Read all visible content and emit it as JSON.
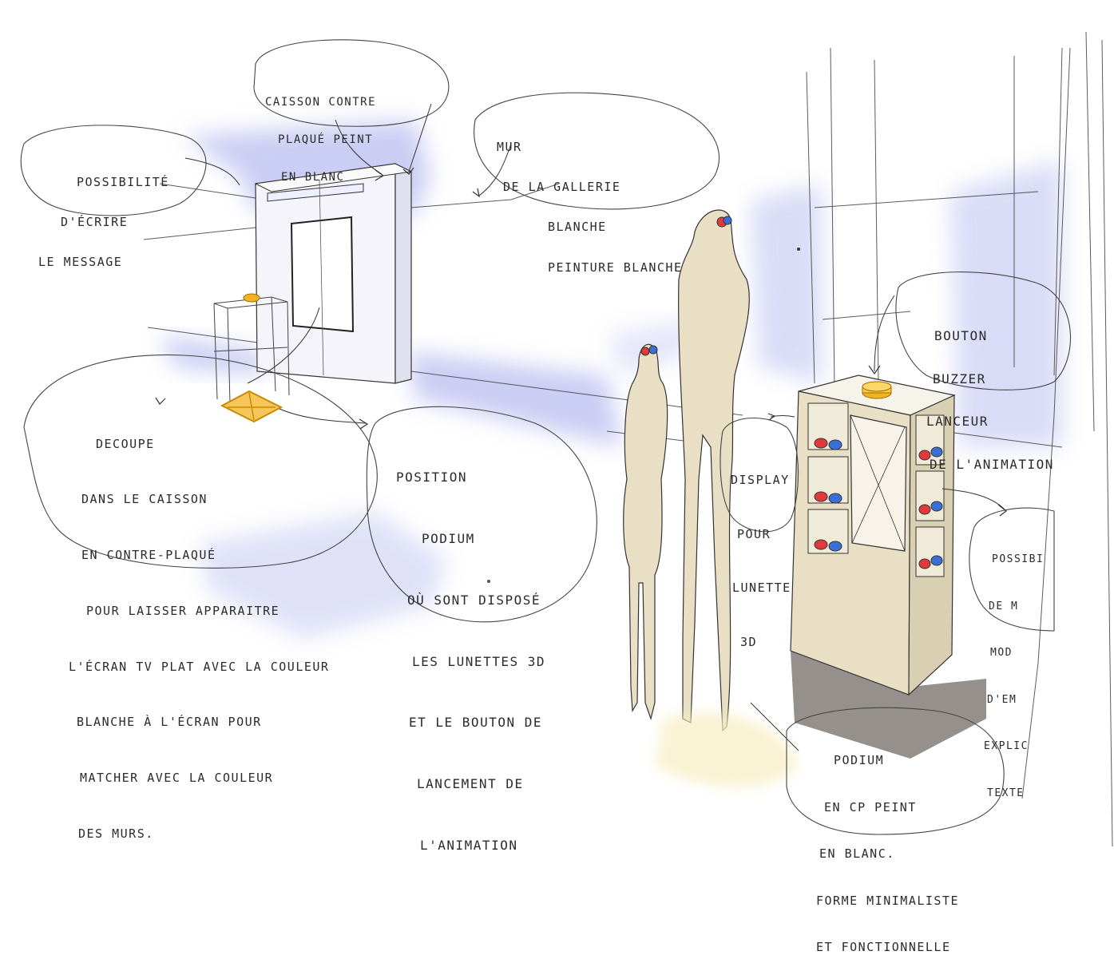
{
  "annotations": {
    "caisson": [
      "Caisson contre",
      "plaqué peint",
      "en blanc"
    ],
    "mur": [
      "Mur",
      "de la gallerie",
      "blanche",
      "peinture blanche"
    ],
    "ecrire": [
      "Possibilité",
      "d'écrire",
      "le message"
    ],
    "decoupe": [
      "Decoupe",
      "dans le caisson",
      "en contre-plaqué",
      "pour laisser apparaitre",
      "l'écran TV plat avec la couleur",
      "blanche à l'écran pour",
      "matcher avec la couleur",
      "des murs."
    ],
    "podium1": [
      "Position",
      "Podium",
      "où sont disposé",
      "les lunettes 3D",
      "et le bouton de",
      "lancement de",
      "l'animation"
    ],
    "bouton": [
      "Bouton",
      "buzzer",
      "lanceur",
      "de l'animation"
    ],
    "display": [
      "Display",
      "pour",
      "lunette",
      "3D"
    ],
    "possibi": [
      "Possibi",
      "de m",
      "mod",
      "d'em",
      "explic",
      "texte"
    ],
    "podium2": [
      "Podium",
      "en CP peint",
      "en blanc.",
      "forme minimaliste",
      "et fonctionnelle"
    ]
  },
  "colors": {
    "wall_shadow": "#b9bdf0",
    "podium_beige": "#e8dfc4",
    "buzzer": "#f3b21f",
    "floor_shadow": "#8a847e",
    "lens_red": "#e23a3a",
    "lens_blue": "#3a6fd8",
    "ink": "#2b2b2b"
  }
}
